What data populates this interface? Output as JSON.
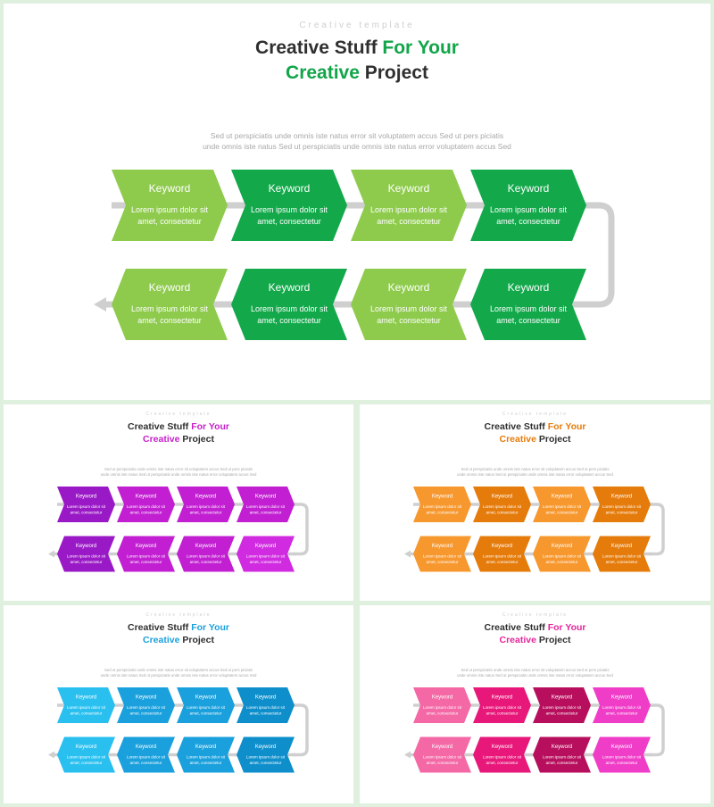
{
  "main": {
    "supertitle": "Creative template",
    "title_part1": "Creative Stuff ",
    "title_part2": "For Your",
    "title_part3": "Creative",
    "title_part4": " Project",
    "desc_line1": "Sed ut perspiciatis unde omnis iste natus error sit voluptatem accus Sed ut pers piciatis",
    "desc_line2": "unde omnis iste natus Sed ut perspiciatis unde omnis iste natus error voluptatem accus Sed",
    "accent": "#12a54a",
    "steps": [
      {
        "keyword": "Keyword",
        "text1": "Lorem ipsum dolor sit",
        "text2": "amet, consectetur",
        "color": "#8ecb4d"
      },
      {
        "keyword": "Keyword",
        "text1": "Lorem ipsum dolor sit",
        "text2": "amet, consectetur",
        "color": "#13a94b"
      },
      {
        "keyword": "Keyword",
        "text1": "Lorem ipsum dolor sit",
        "text2": "amet, consectetur",
        "color": "#8ecb4d"
      },
      {
        "keyword": "Keyword",
        "text1": "Lorem ipsum dolor sit",
        "text2": "amet, consectetur",
        "color": "#13a94b"
      },
      {
        "keyword": "Keyword",
        "text1": "Lorem ipsum dolor sit",
        "text2": "amet, consectetur",
        "color": "#13a94b"
      },
      {
        "keyword": "Keyword",
        "text1": "Lorem ipsum dolor sit",
        "text2": "amet, consectetur",
        "color": "#8ecb4d"
      },
      {
        "keyword": "Keyword",
        "text1": "Lorem ipsum dolor sit",
        "text2": "amet, consectetur",
        "color": "#13a94b"
      },
      {
        "keyword": "Keyword",
        "text1": "Lorem ipsum dolor sit",
        "text2": "amet, consectetur",
        "color": "#8ecb4d"
      }
    ]
  },
  "variants": [
    {
      "supertitle": "Creative template",
      "title_part1": "Creative Stuff ",
      "title_part2": "For Your",
      "title_part3": "Creative",
      "title_part4": " Project",
      "accent": "#c61fc9",
      "colors": [
        "#9a19c6",
        "#c11fd1",
        "#c11fd1",
        "#c11fd1",
        "#d02be0",
        "#c11fd1",
        "#c11fd1",
        "#9a19c6"
      ]
    },
    {
      "supertitle": "Creative template",
      "title_part1": "Creative Stuff ",
      "title_part2": "For Your",
      "title_part3": "Creative",
      "title_part4": " Project",
      "accent": "#e57b0a",
      "colors": [
        "#f7982f",
        "#e57b0a",
        "#f7982f",
        "#e57b0a",
        "#e57b0a",
        "#f7982f",
        "#e57b0a",
        "#f7982f"
      ]
    },
    {
      "supertitle": "Creative template",
      "title_part1": "Creative Stuff ",
      "title_part2": "For Your",
      "title_part3": "Creative",
      "title_part4": " Project",
      "accent": "#1aa0dc",
      "colors": [
        "#29c0f0",
        "#1aa0dc",
        "#1aa0dc",
        "#0e8fcc",
        "#0e8fcc",
        "#1aa0dc",
        "#1aa0dc",
        "#29c0f0"
      ]
    },
    {
      "supertitle": "Creative template",
      "title_part1": "Creative Stuff ",
      "title_part2": "For Your",
      "title_part3": "Creative",
      "title_part4": " Project",
      "accent": "#e4269a",
      "colors": [
        "#f468a5",
        "#e8177a",
        "#b70f5d",
        "#f03dc8",
        "#f03dc8",
        "#b70f5d",
        "#e8177a",
        "#f468a5"
      ]
    }
  ],
  "variant_step": {
    "keyword": "Keyword",
    "text1": "Lorem ipsum dolor sit",
    "text2": "amet, consectetur"
  },
  "variant_desc_line1": "Sed ut perspiciatis unde omnis iste natus error sit voluptatem accus Sed ut pers piciatis",
  "variant_desc_line2": "unde omnis iste natus Sed ut perspiciatis unde omnis iste natus error voluptatem accus Sed",
  "connector_color": "#cfcfcf"
}
